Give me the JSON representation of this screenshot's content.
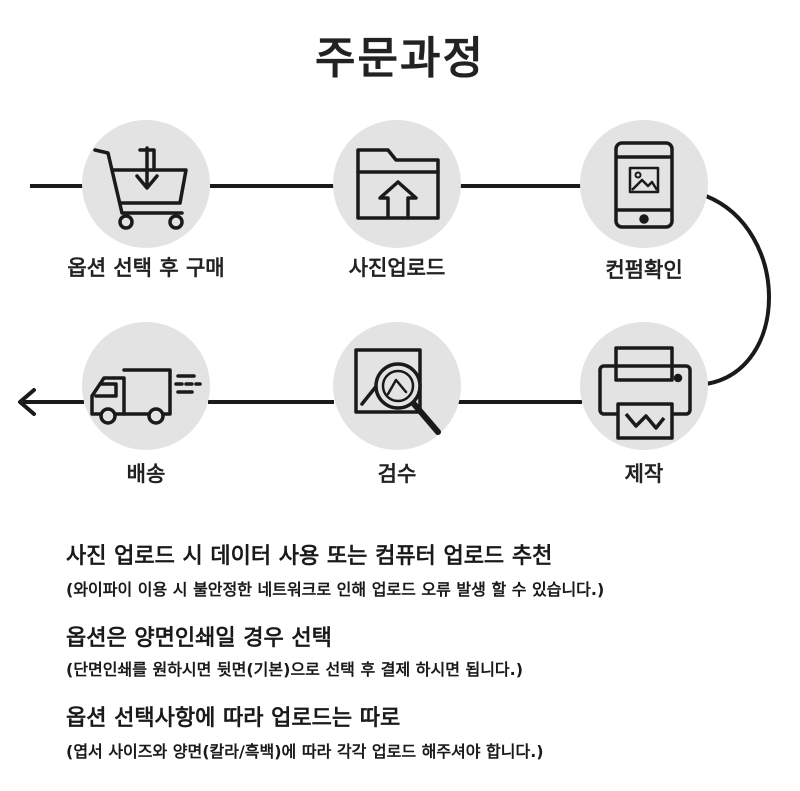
{
  "title": "주문과정",
  "steps": [
    {
      "label": "옵션 선택 후 구매",
      "icon": "shopping-cart-icon"
    },
    {
      "label": "사진업로드",
      "icon": "folder-upload-icon"
    },
    {
      "label": "컨펌확인",
      "icon": "tablet-image-icon"
    },
    {
      "label": "제작",
      "icon": "printer-icon"
    },
    {
      "label": "검수",
      "icon": "magnifier-inspect-icon"
    },
    {
      "label": "배송",
      "icon": "delivery-truck-icon"
    }
  ],
  "notes": [
    {
      "main": "사진 업로드 시 데이터 사용 또는 컴퓨터 업로드 추천",
      "sub": "(와이파이 이용 시 불안정한 네트워크로 인해 업로드 오류 발생 할 수 있습니다.)"
    },
    {
      "main": "옵션은 양면인쇄일 경우 선택",
      "sub": "(단면인쇄를 원하시면 뒷면(기본)으로 선택 후 결제 하시면 됩니다.)"
    },
    {
      "main": "옵션 선택사항에 따라 업로드는 따로",
      "sub": "(엽서 사이즈와 양면(칼라/흑백)에 따라 각각 업로드 해주셔야 합니다.)"
    }
  ],
  "colors": {
    "circle": "#e3e3e3",
    "line": "#1a1a1a"
  }
}
